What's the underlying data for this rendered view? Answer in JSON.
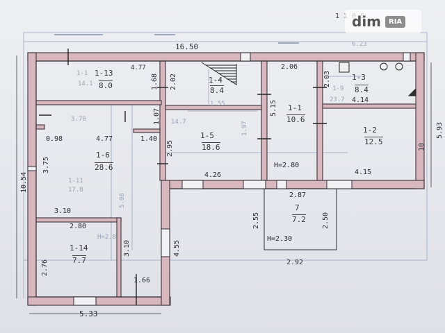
{
  "watermark": {
    "brand": "dim",
    "badge": "RIA",
    "sheet_ref": "1 1 0 5"
  },
  "plan": {
    "overall_length": "16.50",
    "overall_length_faint": "6.23",
    "left_height": "10.54",
    "right_height": "5.93",
    "bottom_width": "5.33",
    "rooms": [
      {
        "id": "1-13",
        "area": "8.0",
        "old_id": "1-1",
        "old_area": "14.1"
      },
      {
        "id": "1-4",
        "area": "8.4"
      },
      {
        "id": "1-1",
        "area": "10.6"
      },
      {
        "id": "1-3",
        "area": "8.4",
        "old_id": "1-9",
        "old_area": "23.7"
      },
      {
        "id": "1-6",
        "area": "28.6",
        "old_id": "1-11",
        "old_area": "17.8"
      },
      {
        "id": "1-5",
        "area": "18.6",
        "old_area": "14.7"
      },
      {
        "id": "1-2",
        "area": "12.5"
      },
      {
        "id": "7",
        "area": "7.2"
      },
      {
        "id": "1-14",
        "area": "7.7",
        "old_area": "H=2.8"
      }
    ],
    "dimensions": {
      "d_477": "4.77",
      "d_206": "2.06",
      "d_168": "1.68",
      "d_202": "2.02",
      "d_203": "2.03",
      "d_414": "4.14",
      "d_515": "5.15",
      "d_107": "1.07",
      "d_098": "0.98",
      "d_477b": "4.77",
      "d_140": "1.40",
      "d_295": "2.95",
      "d_375": "3.75",
      "d_426": "4.26",
      "d_h280": "H=2.80",
      "d_415": "4.15",
      "d_287": "2.87",
      "d_310": "3.10",
      "d_280": "2.80",
      "d_310v": "3.10",
      "d_455": "4.55",
      "d_255": "2.55",
      "d_250": "2.50",
      "d_h230": "H=2.30",
      "d_292": "2.92",
      "d_276": "2.76",
      "d_166": "1.66",
      "d_10": "10",
      "d_370": "3.70",
      "d_155": "1.55",
      "d_197": "1.97",
      "d_508": "5.08"
    }
  }
}
